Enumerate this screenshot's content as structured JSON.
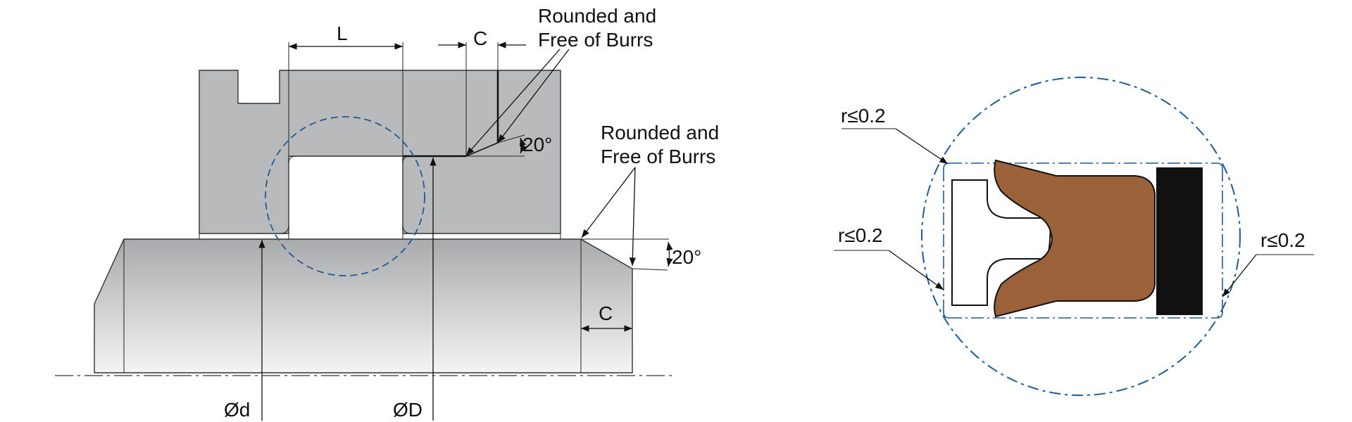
{
  "colors": {
    "steel": "#b9babc",
    "steel_light": "#f2f3f4",
    "detail_circle": "#1f5a99",
    "seal_brown": "#9b623a",
    "seal_black": "#111111",
    "line": "#222222"
  },
  "labels": {
    "dim_L": "L",
    "dim_C_top": "C",
    "dim_C_bottom": "C",
    "note_top_line1": "Rounded and",
    "note_top_line2": "Free of Burrs",
    "note_right_line1": "Rounded and",
    "note_right_line2": "Free of Burrs",
    "angle_top": "20°",
    "angle_bottom": "20°",
    "dia_small": "Ød",
    "dia_large": "ØD",
    "radius_top": "r≤0.2",
    "radius_left": "r≤0.2",
    "radius_right": "r≤0.2"
  }
}
